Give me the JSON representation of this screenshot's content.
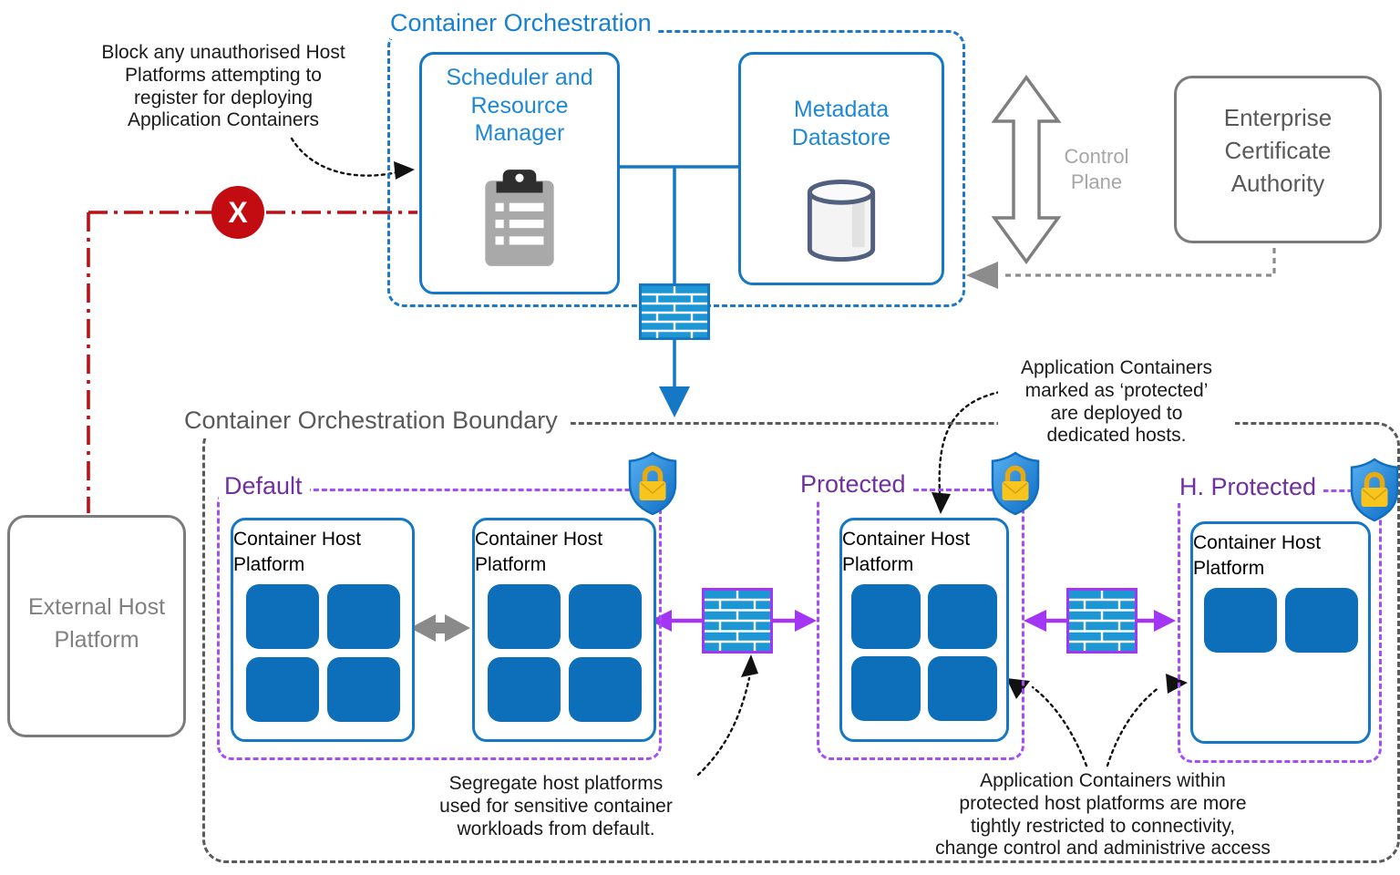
{
  "colors": {
    "blue": "#1478c6",
    "blue_text": "#1e88d4",
    "purple_dash": "#a64df5",
    "purple_text": "#7030a0",
    "gray": "#7b7b7b",
    "red": "#c30b12",
    "firewall_brick": "#1d97d4",
    "container_fill": "#0d6fba",
    "shield_blue": "#1f7fd6",
    "lock_gold": "#f7c51e"
  },
  "orchestration": {
    "title": "Container Orchestration",
    "scheduler": {
      "label": "Scheduler and Resource Manager"
    },
    "datastore": {
      "label": "Metadata Datastore"
    }
  },
  "control_plane": {
    "label": "Control Plane"
  },
  "certificate_authority": {
    "label": "Enterprise Certificate Authority"
  },
  "external_host": {
    "label": "External Host Platform"
  },
  "red_x": {
    "label": "X"
  },
  "boundary": {
    "title": "Container Orchestration Boundary",
    "zones": [
      {
        "name": "Default",
        "platforms": [
          {
            "label": "Container Host Platform",
            "containers": 4
          },
          {
            "label": "Container Host Platform",
            "containers": 4
          }
        ]
      },
      {
        "name": "Protected",
        "platforms": [
          {
            "label": "Container Host Platform",
            "containers": 4
          }
        ]
      },
      {
        "name": "H. Protected",
        "platforms": [
          {
            "label": "Container Host Platform",
            "containers": 2
          }
        ]
      }
    ]
  },
  "annotations": {
    "block": [
      "Block any unauthorised Host",
      "Platforms attempting to",
      "register for deploying",
      "Application Containers"
    ],
    "protected_deploy": [
      "Application Containers",
      "marked as ‘protected’",
      "are deployed to",
      "dedicated hosts."
    ],
    "segregate": [
      "Segregate host platforms",
      "used for sensitive container",
      "workloads from default."
    ],
    "restricted": [
      "Application Containers within",
      "protected host platforms are more",
      "tightly restricted to connectivity,",
      "change control and administrive access"
    ]
  }
}
